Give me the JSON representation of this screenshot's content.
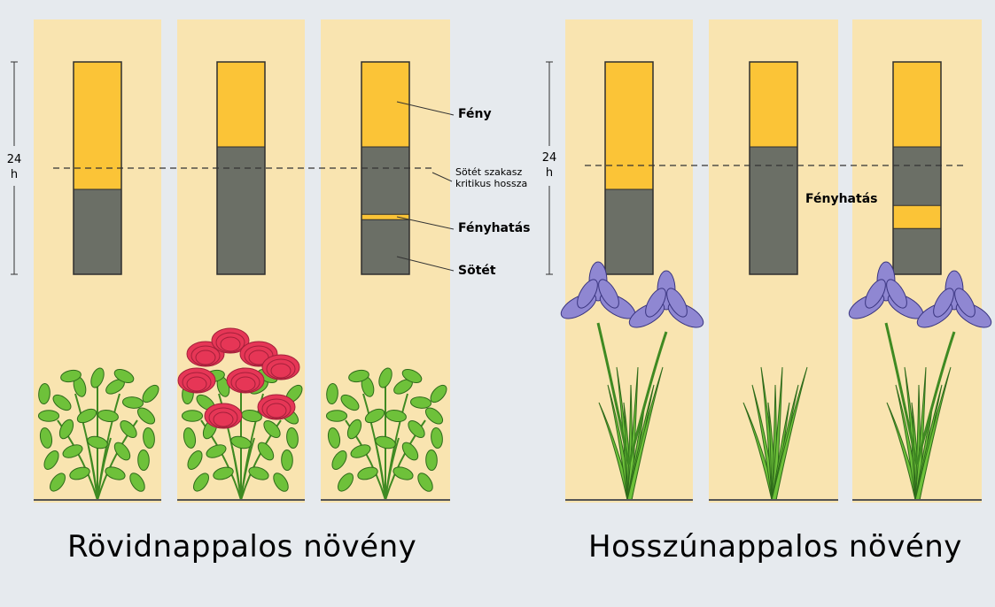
{
  "colors": {
    "background": "#e6eaee",
    "panel": "#f9e4b0",
    "light_bar": "#fbc437",
    "dark_bar": "#6b6f66",
    "bar_border": "#2f2f2f",
    "leaf": "#6ec13a",
    "flower_red": "#e63656",
    "flower_purple": "#8f87d2"
  },
  "axis_label": {
    "line1": "24",
    "line2": "h"
  },
  "labels": {
    "feny": "Fény",
    "sotet_szakasz_line1": "Sötét szakasz",
    "sotet_szakasz_line2": "kritikus hossza",
    "fenyhatas": "Fényhatás",
    "sotet": "Sötét"
  },
  "titles": {
    "short_day": "Rövidnappalos növény",
    "long_day": "Hosszúnappalos növény"
  },
  "groups": [
    {
      "name": "short-day",
      "panels": [
        {
          "light_fraction": 0.6,
          "flash": null,
          "plant": "bush",
          "flowering": false
        },
        {
          "light_fraction": 0.4,
          "flash": null,
          "plant": "bush",
          "flowering": true
        },
        {
          "light_fraction": 0.4,
          "flash": 0.73,
          "plant": "bush",
          "flowering": false
        }
      ]
    },
    {
      "name": "long-day",
      "panels": [
        {
          "light_fraction": 0.6,
          "flash": null,
          "plant": "iris",
          "flowering": true
        },
        {
          "light_fraction": 0.4,
          "flash": null,
          "plant": "iris",
          "flowering": false
        },
        {
          "light_fraction": 0.4,
          "flash": 0.73,
          "plant": "iris",
          "flowering": true
        }
      ]
    }
  ]
}
